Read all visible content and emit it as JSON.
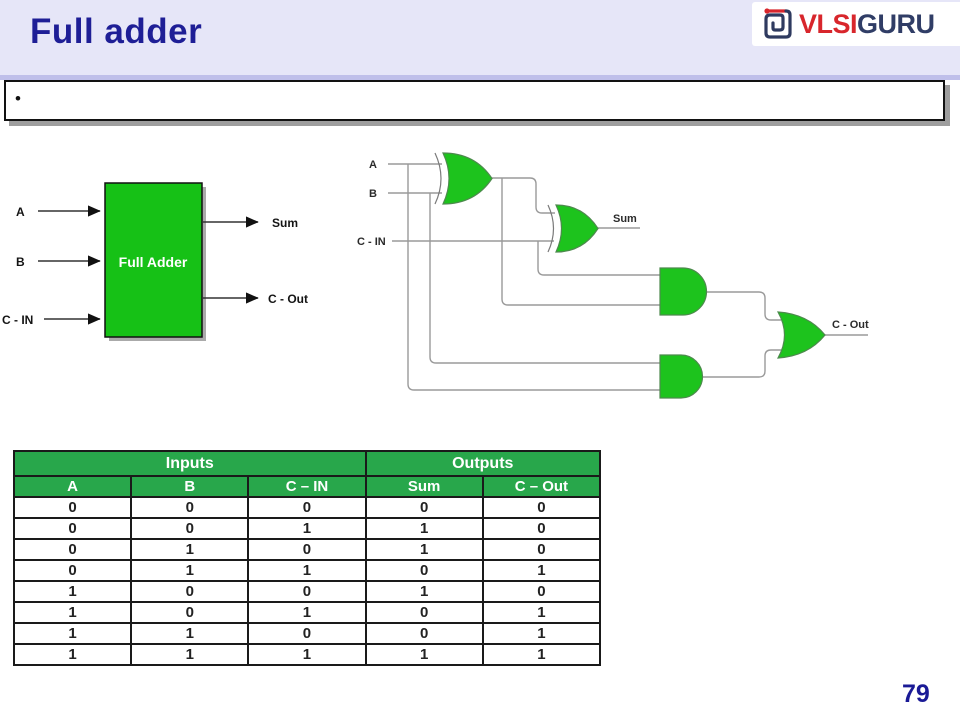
{
  "slide": {
    "title": "Full adder",
    "bullet": "",
    "page_number": "79"
  },
  "logo": {
    "vlsi": "VLSI",
    "guru": "GURU",
    "red": "#D8262C",
    "navy": "#303D66"
  },
  "block_diagram": {
    "label": "Full Adder",
    "inputs": [
      "A",
      "B",
      "C - IN"
    ],
    "outputs": [
      "Sum",
      "C - Out"
    ],
    "box_color": "#16C116"
  },
  "circuit": {
    "input_labels": [
      "A",
      "B",
      "C - IN"
    ],
    "output_labels": [
      "Sum",
      "C - Out"
    ],
    "gate_types": [
      "XOR",
      "XOR",
      "AND",
      "AND",
      "OR"
    ],
    "gate_color": "#1DC31D",
    "wire_color": "#9A9A9A"
  },
  "truth_table": {
    "header_color": "#28A74B",
    "group_headers": [
      {
        "label": "Inputs",
        "colspan": 3
      },
      {
        "label": "Outputs",
        "colspan": 2
      }
    ],
    "columns": [
      "A",
      "B",
      "C – IN",
      "Sum",
      "C – Out"
    ],
    "rows": [
      [
        "0",
        "0",
        "0",
        "0",
        "0"
      ],
      [
        "0",
        "0",
        "1",
        "1",
        "0"
      ],
      [
        "0",
        "1",
        "0",
        "1",
        "0"
      ],
      [
        "0",
        "1",
        "1",
        "0",
        "1"
      ],
      [
        "1",
        "0",
        "0",
        "1",
        "0"
      ],
      [
        "1",
        "0",
        "1",
        "0",
        "1"
      ],
      [
        "1",
        "1",
        "0",
        "0",
        "1"
      ],
      [
        "1",
        "1",
        "1",
        "1",
        "1"
      ]
    ]
  }
}
